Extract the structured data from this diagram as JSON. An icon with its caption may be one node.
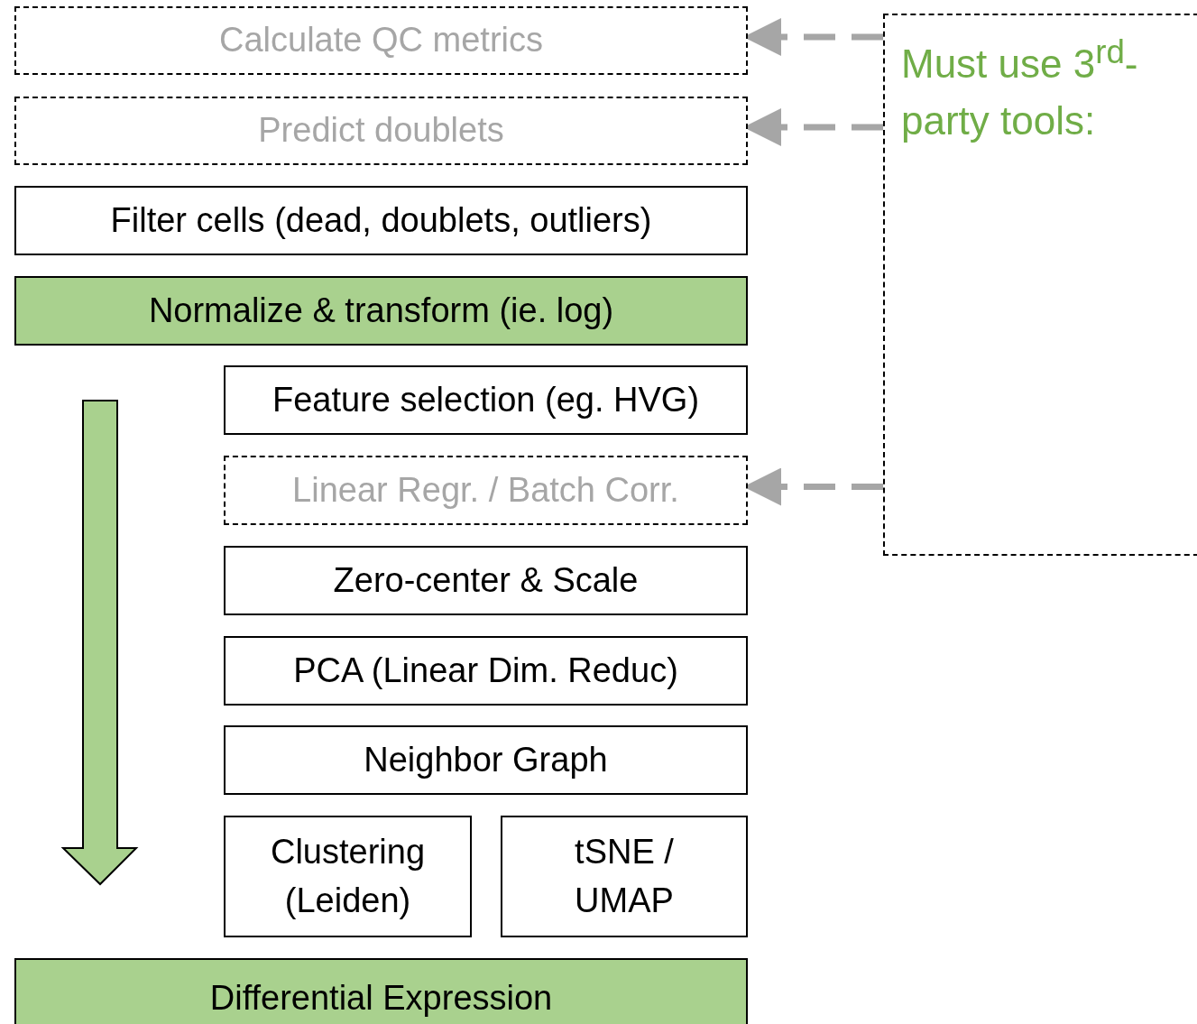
{
  "diagram": {
    "nodes": [
      {
        "text": [
          "Calculate QC metrics"
        ]
      },
      {
        "text": [
          "Predict doublets"
        ]
      },
      {
        "text": [
          "Filter cells (dead, doublets, outliers)"
        ]
      },
      {
        "text": [
          "Normalize & transform (ie. log)"
        ]
      },
      {
        "text": [
          "Feature selection (eg. HVG)"
        ]
      },
      {
        "text": [
          "Linear Regr. / Batch Corr."
        ]
      },
      {
        "text": [
          "Zero-center & Scale"
        ]
      },
      {
        "text": [
          "PCA (Linear Dim. Reduc)"
        ]
      },
      {
        "text": [
          "Neighbor Graph"
        ]
      },
      {
        "text": [
          "Clustering (Leiden)"
        ]
      },
      {
        "text": [
          "tSNE / UMAP"
        ]
      },
      {
        "text": [
          "Differential Expression"
        ]
      },
      {
        "text": [
          "Must use 3$^{rd}$-party tools:"
        ]
      }
    ],
    "edges": [
      {
        "from": 12,
        "to": 0,
        "arrow": "to",
        "style": "dashed",
        "color": "#a6a6a6"
      },
      {
        "from": 12,
        "to": 1,
        "arrow": "to",
        "style": "dashed",
        "color": "#a6a6a6"
      },
      {
        "from": 12,
        "to": 5,
        "arrow": "to",
        "style": "dashed",
        "color": "#a6a6a6"
      }
    ]
  }
}
